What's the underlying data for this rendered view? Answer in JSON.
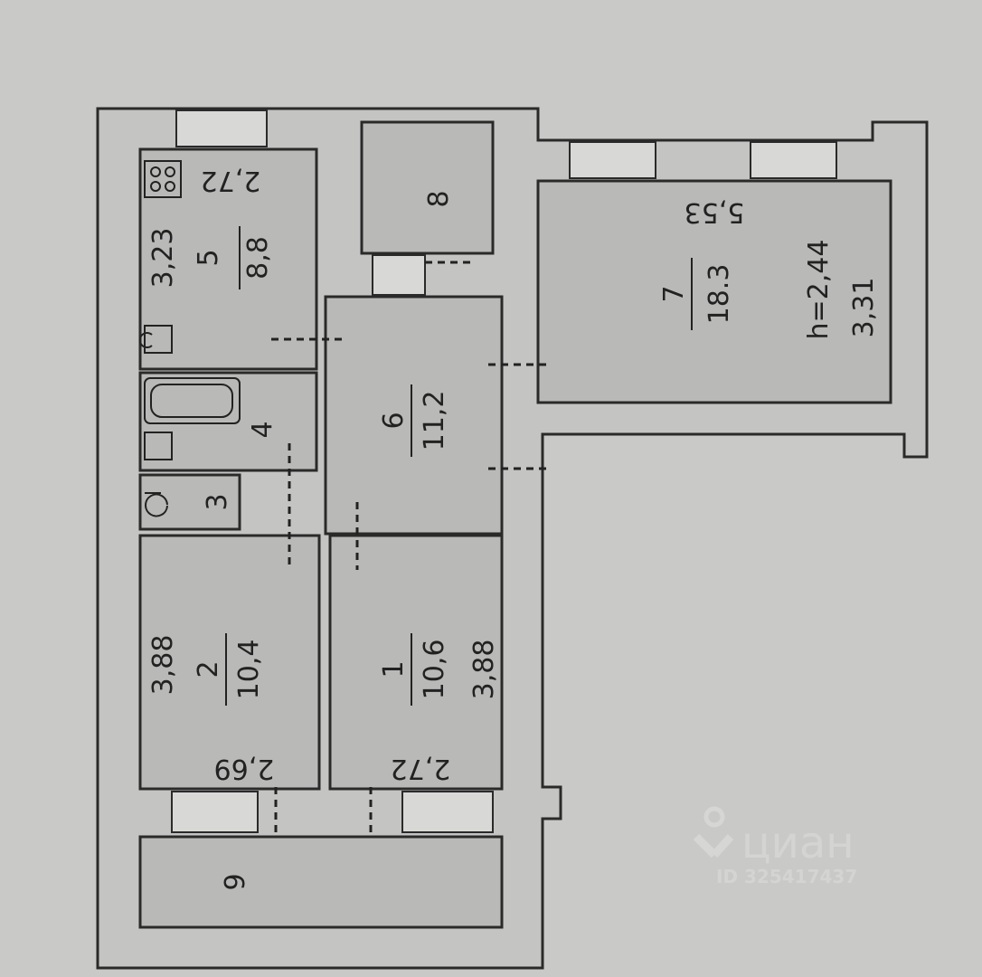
{
  "plan": {
    "ceiling_height": "h=2,44",
    "rooms": [
      {
        "number": "1",
        "area": "10,6",
        "dims": [
          "3,88",
          "2,72"
        ]
      },
      {
        "number": "2",
        "area": "10,4",
        "dims": [
          "3,88",
          "2,69"
        ]
      },
      {
        "number": "3"
      },
      {
        "number": "4"
      },
      {
        "number": "5",
        "area": "8,8",
        "dims": [
          "3,23",
          "2,72"
        ]
      },
      {
        "number": "6",
        "area": "11,2"
      },
      {
        "number": "7",
        "area": "18.3",
        "dims": [
          "5,53",
          "3,31"
        ]
      },
      {
        "number": "8"
      },
      {
        "number": "9"
      }
    ]
  },
  "watermark": {
    "brand": "циан",
    "id": "ID 325417437"
  }
}
